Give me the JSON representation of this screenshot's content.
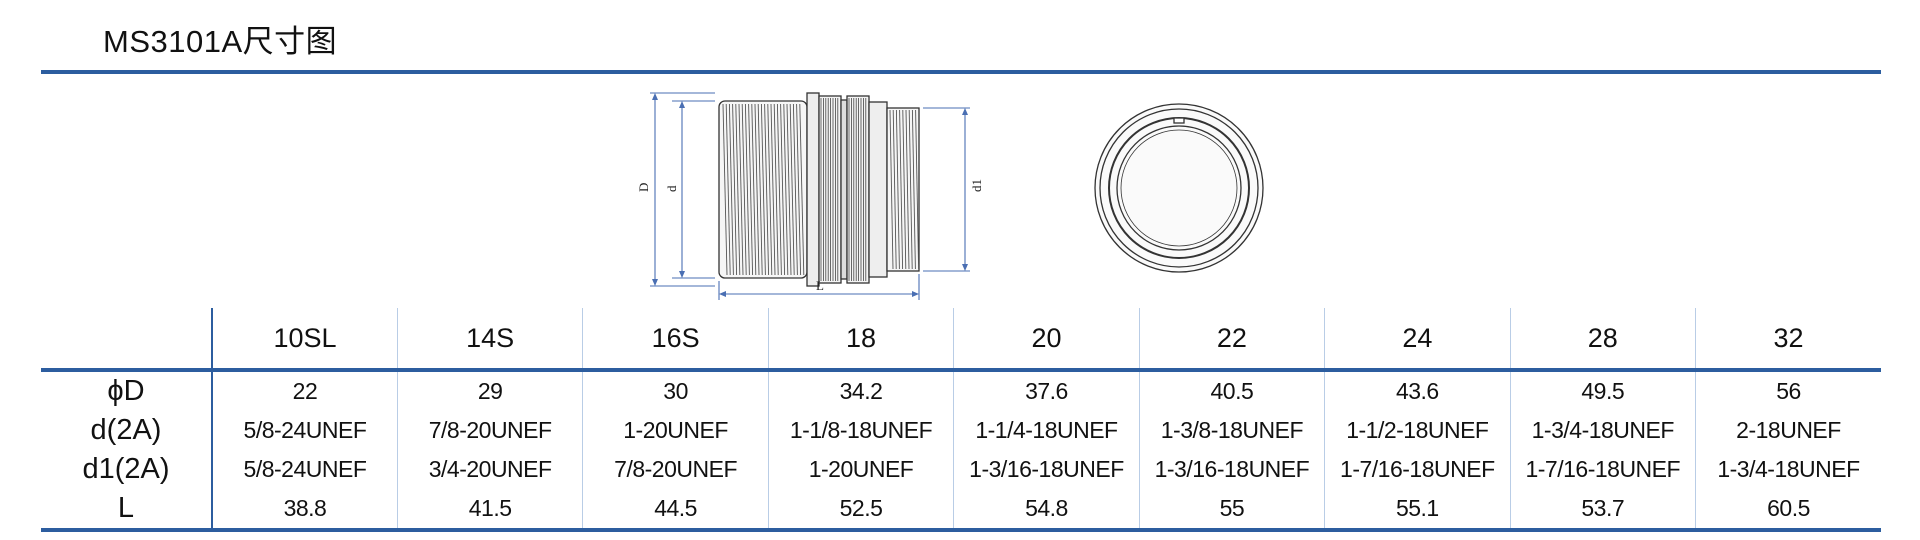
{
  "page": {
    "title": "MS3101A尺寸图"
  },
  "drawing": {
    "side_view_labels": {
      "outer_diameter": "D",
      "thread": "d",
      "rear_thread": "d1",
      "length": "L"
    }
  },
  "table": {
    "columns": [
      "10SL",
      "14S",
      "16S",
      "18",
      "20",
      "22",
      "24",
      "28",
      "32"
    ],
    "rows": [
      {
        "label": "ϕD",
        "values": [
          "22",
          "29",
          "30",
          "34.2",
          "37.6",
          "40.5",
          "43.6",
          "49.5",
          "56"
        ]
      },
      {
        "label": "d(2A)",
        "values": [
          "5/8-24UNEF",
          "7/8-20UNEF",
          "1-20UNEF",
          "1-1/8-18UNEF",
          "1-1/4-18UNEF",
          "1-3/8-18UNEF",
          "1-1/2-18UNEF",
          "1-3/4-18UNEF",
          "2-18UNEF"
        ]
      },
      {
        "label": "d1(2A)",
        "values": [
          "5/8-24UNEF",
          "3/4-20UNEF",
          "7/8-20UNEF",
          "1-20UNEF",
          "1-3/16-18UNEF",
          "1-3/16-18UNEF",
          "1-7/16-18UNEF",
          "1-7/16-18UNEF",
          "1-3/4-18UNEF"
        ]
      },
      {
        "label": "L",
        "values": [
          "38.8",
          "41.5",
          "44.5",
          "52.5",
          "54.8",
          "55",
          "55.1",
          "53.7",
          "60.5"
        ]
      }
    ]
  }
}
